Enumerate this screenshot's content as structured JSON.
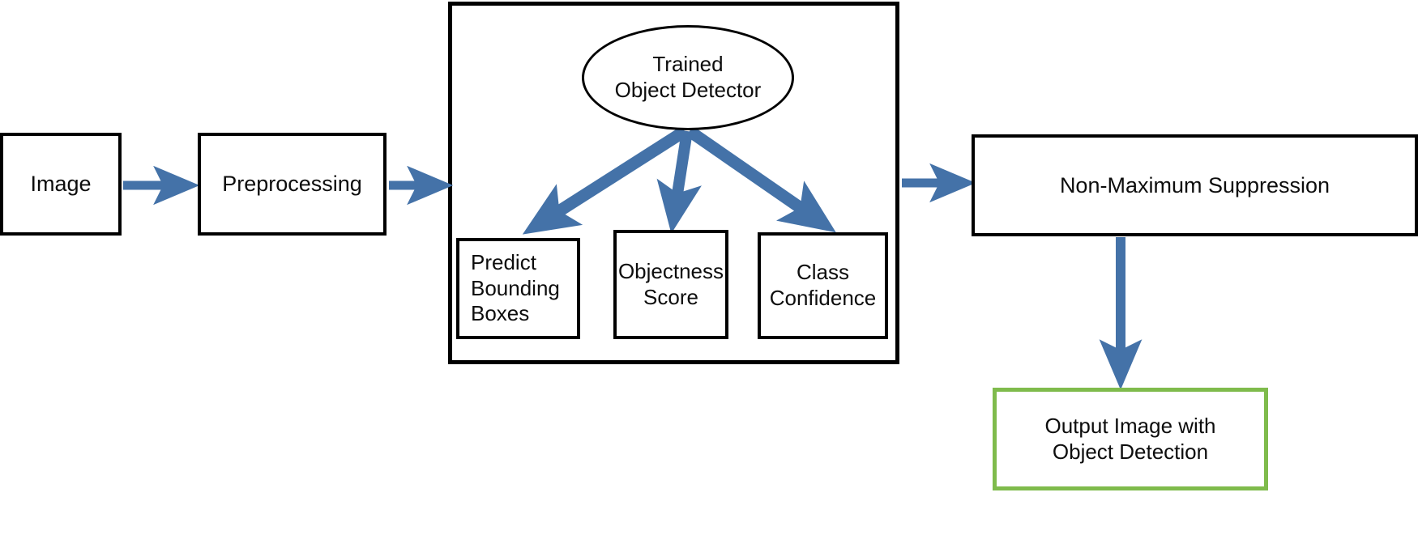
{
  "diagram": {
    "title": "Object Detection Pipeline Flowchart",
    "colors": {
      "arrow_blue": "#4472A8",
      "node_border_black": "#000000",
      "output_border_green": "#7FBB4C",
      "background": "#FFFFFF",
      "text": "#0D0D0D"
    },
    "nodes": {
      "image": {
        "label": "Image",
        "shape": "rectangle",
        "border_color": "#000000"
      },
      "preprocessing": {
        "label": "Preprocessing",
        "shape": "rectangle",
        "border_color": "#000000"
      },
      "detector_container": {
        "label": "",
        "shape": "rectangle",
        "border_color": "#000000"
      },
      "trained_detector": {
        "label": "Trained\nObject Detector",
        "shape": "ellipse",
        "border_color": "#000000"
      },
      "predict_bounding_boxes": {
        "label": "Predict\nBounding\nBoxes",
        "shape": "rectangle",
        "border_color": "#000000"
      },
      "objectness_score": {
        "label": "Objectness\nScore",
        "shape": "rectangle",
        "border_color": "#000000"
      },
      "class_confidence": {
        "label": "Class\nConfidence",
        "shape": "rectangle",
        "border_color": "#000000"
      },
      "non_maximum_suppression": {
        "label": "Non-Maximum Suppression",
        "shape": "rectangle",
        "border_color": "#000000"
      },
      "output_image": {
        "label": "Output Image with\nObject Detection",
        "shape": "rectangle",
        "border_color": "#7FBB4C"
      }
    },
    "edges": [
      {
        "id": "image-to-preprocessing",
        "from": "image",
        "to": "preprocessing",
        "direction": "right",
        "color": "#4472A8"
      },
      {
        "id": "preprocessing-to-detector-container",
        "from": "preprocessing",
        "to": "detector_container",
        "direction": "right",
        "color": "#4472A8"
      },
      {
        "id": "detector-to-predict-bounding-boxes",
        "from": "trained_detector",
        "to": "predict_bounding_boxes",
        "direction": "down-left",
        "color": "#4472A8"
      },
      {
        "id": "detector-to-objectness-score",
        "from": "trained_detector",
        "to": "objectness_score",
        "direction": "down",
        "color": "#4472A8"
      },
      {
        "id": "detector-to-class-confidence",
        "from": "trained_detector",
        "to": "class_confidence",
        "direction": "down-right",
        "color": "#4472A8"
      },
      {
        "id": "detector-container-to-nms",
        "from": "detector_container",
        "to": "non_maximum_suppression",
        "direction": "right",
        "color": "#4472A8"
      },
      {
        "id": "nms-to-output-image",
        "from": "non_maximum_suppression",
        "to": "output_image",
        "direction": "down",
        "color": "#4472A8"
      }
    ]
  }
}
